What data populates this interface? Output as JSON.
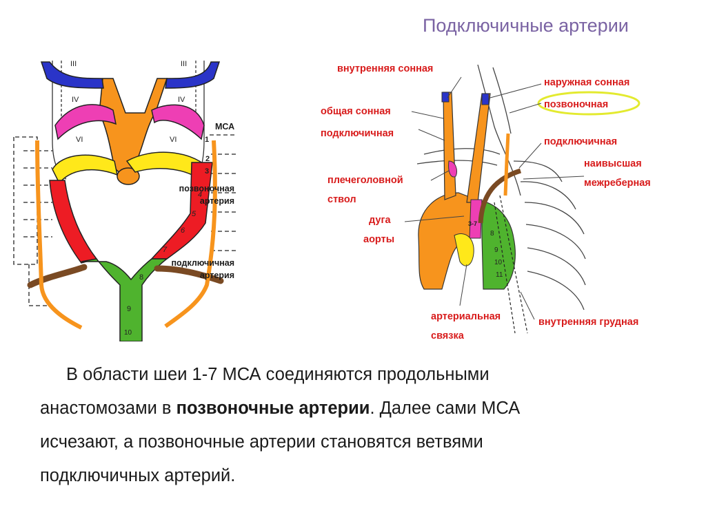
{
  "slide": {
    "title": "Подключичные артерии"
  },
  "left_diagram": {
    "arch_numerals": [
      "III",
      "III",
      "IV",
      "IV",
      "VI",
      "VI"
    ],
    "segment_numbers": [
      "1",
      "2",
      "3",
      "4",
      "5",
      "6",
      "7",
      "8",
      "9",
      "10"
    ],
    "labels": {
      "msa": "МСА",
      "vertebral_line1": "позвоночная",
      "vertebral_line2": "артерия",
      "subclavian_line1": "подключичная",
      "subclavian_line2": "артерия"
    }
  },
  "right_diagram": {
    "segment_numbers": [
      "3-7",
      "8",
      "9",
      "10",
      "11"
    ],
    "labels": {
      "internal_carotid": "внутренняя сонная",
      "external_carotid": "наружная сонная",
      "common_carotid": "общая сонная",
      "vertebral": "позвоночная",
      "subclavian_left": "подключичная",
      "subclavian_right": "подключичная",
      "highest_line1": "наивысшая",
      "highest_line2": "межреберная",
      "brachiocephalic_line1": "плечеголовной",
      "brachiocephalic_line2": "ствол",
      "aortic_arch_line1": "дуга",
      "aortic_arch_line2": "аорты",
      "arterial_ligament_line1": "артериальная",
      "arterial_ligament_line2": "связка",
      "internal_thoracic": "внутренняя грудная"
    }
  },
  "body": {
    "line1": "В области шеи 1-7 МСА соединяются  продольными",
    "line2_before": "анастомозами в ",
    "line2_bold": "позвоночные артерии",
    "line2_after": ". Далее сами МСА",
    "line3": "исчезают, а позвоночные артерии становятся ветвями",
    "line4": "подключичных артерий."
  },
  "colors": {
    "title": "#7a63a3",
    "label_red": "#d81b1b",
    "arch3_blue": "#2a34c8",
    "arch4_magenta": "#ee3fb4",
    "arch6_yellow": "#ffe81a",
    "aorta_orange": "#f7941d",
    "vertebral_red": "#ed1c24",
    "dorsal_green": "#4fb32e",
    "subclavian_brown": "#7a4a23",
    "vertebral_highlight": "#e3ea2f"
  }
}
